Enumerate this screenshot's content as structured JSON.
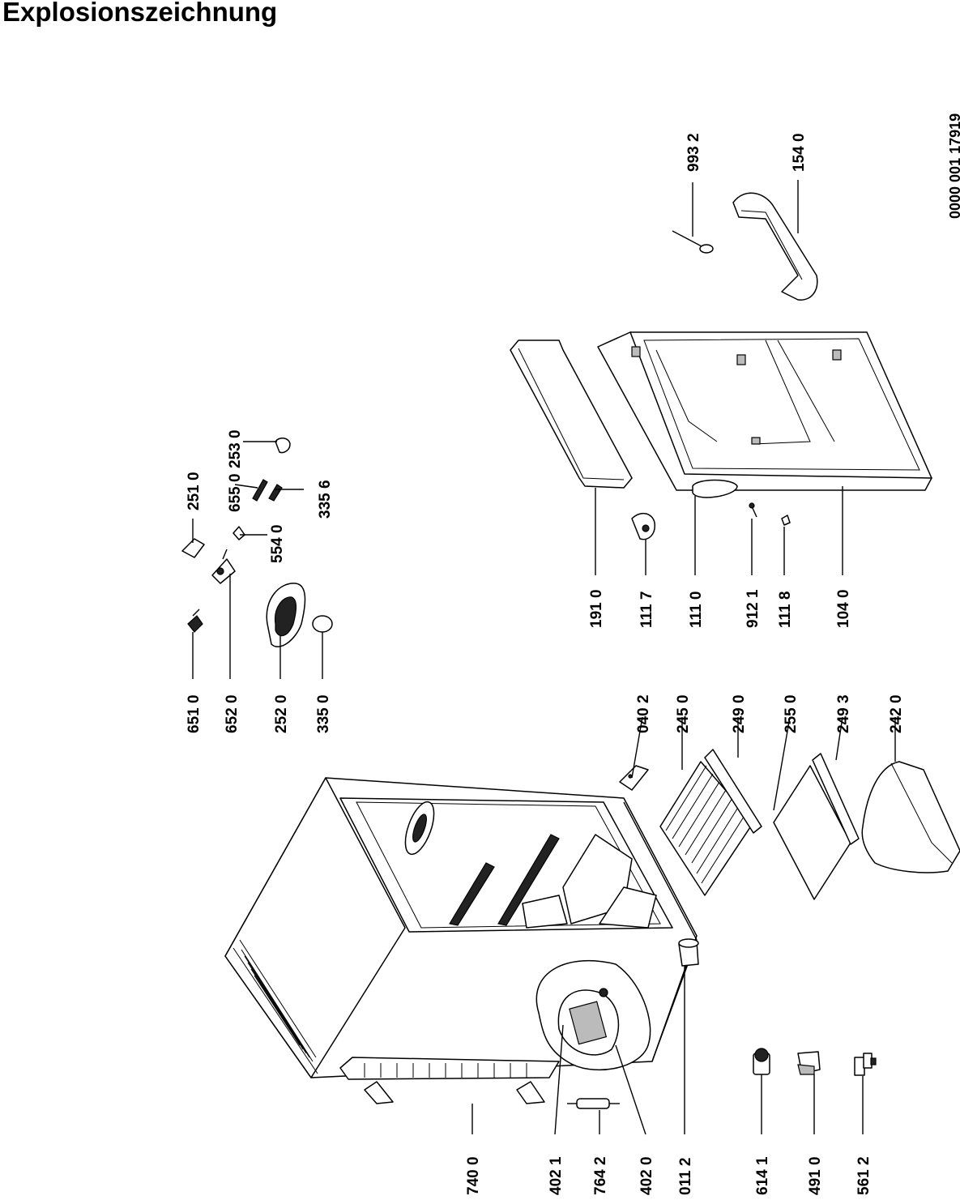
{
  "title": "Explosionszeichnung",
  "document_number": "0000  001 17919",
  "labels": [
    {
      "id": "p6510",
      "text": "651 0"
    },
    {
      "id": "p6520",
      "text": "652 0"
    },
    {
      "id": "p2520",
      "text": "252 0"
    },
    {
      "id": "p3350",
      "text": "335 0"
    },
    {
      "id": "p2510",
      "text": "251 0"
    },
    {
      "id": "p6550",
      "text": "655 0"
    },
    {
      "id": "p5540",
      "text": "554 0"
    },
    {
      "id": "p2530",
      "text": "253 0"
    },
    {
      "id": "p3356",
      "text": "335 6"
    },
    {
      "id": "p9932",
      "text": "993 2"
    },
    {
      "id": "p1540",
      "text": "154 0"
    },
    {
      "id": "p1910",
      "text": "191 0"
    },
    {
      "id": "p1117",
      "text": "111 7"
    },
    {
      "id": "p1110",
      "text": "111 0"
    },
    {
      "id": "p9121",
      "text": "912 1"
    },
    {
      "id": "p1118",
      "text": "111 8"
    },
    {
      "id": "p1040",
      "text": "104 0"
    },
    {
      "id": "p0402",
      "text": "040 2"
    },
    {
      "id": "p2450",
      "text": "245 0"
    },
    {
      "id": "p2490",
      "text": "249 0"
    },
    {
      "id": "p2550",
      "text": "255 0"
    },
    {
      "id": "p2493",
      "text": "249 3"
    },
    {
      "id": "p2420",
      "text": "242 0"
    },
    {
      "id": "p7400",
      "text": "740 0"
    },
    {
      "id": "p4021",
      "text": "402 1"
    },
    {
      "id": "p7642",
      "text": "764 2"
    },
    {
      "id": "p4020",
      "text": "402 0"
    },
    {
      "id": "p0112",
      "text": "011 2"
    },
    {
      "id": "p6141",
      "text": "614 1"
    },
    {
      "id": "p4910",
      "text": "491 0"
    },
    {
      "id": "p5612",
      "text": "561 2"
    }
  ]
}
